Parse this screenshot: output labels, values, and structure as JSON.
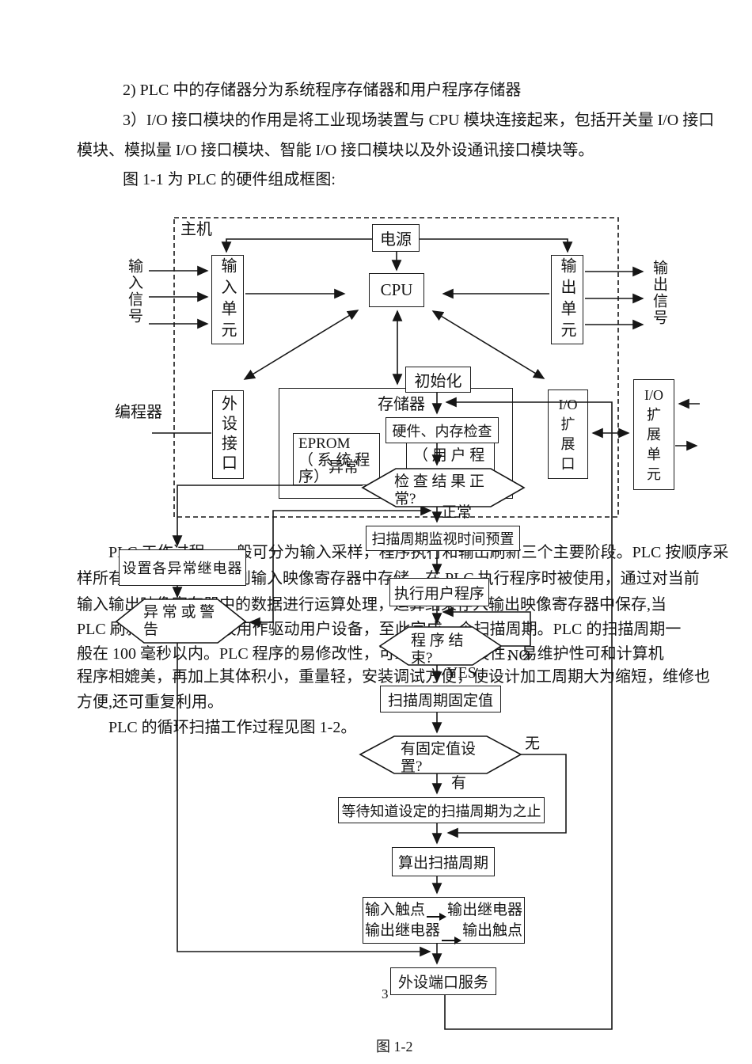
{
  "page": {
    "number": "3",
    "fig2_caption": "图 1-2"
  },
  "intro": {
    "line1": "2) PLC 中的存储器分为系统程序存储器和用户程序存储器",
    "line2": "3）I/O 接口模块的作用是将工业现场装置与 CPU 模块连接起来，包括开关量 I/O 接口",
    "line3": "模块、模拟量 I/O 接口模块、智能 I/O 接口模块以及外设通讯接口模块等。",
    "line4": "图 1-1 为 PLC 的硬件组成框图:"
  },
  "body": {
    "line1": "PLC 工作过程，一般可分为输入采样，程序执行和输出刷新三个主要阶段。PLC 按顺序采",
    "line2": "样所有输入信号并读入到输入映像寄存器中存储，在 PLC 执行程序时被使用，通过对当前",
    "line3": "输入输出映像寄存器中的数据进行运算处理，运算结果存入输出映像寄存器中保存,当",
    "line4": "PLC 刷新输出信号时被用作驱动用户设备，至此完成一个扫描周期。PLC 的扫描周期一",
    "line5": "般在 100 毫秒以内。PLC 程序的易修改性，可靠性，可扩展性，易维护性可和计算机",
    "line6": "程序相媲美，再加上其体积小，重量轻，安装调试方便，使设计加工周期大为缩短，维修也",
    "line7": "方便,还可重复利用。",
    "line8": "PLC 的循环扫描工作过程见图 1-2。"
  },
  "fig1": {
    "host_label": "主机",
    "power": "电源",
    "cpu": "CPU",
    "input_unit": "输入单元",
    "output_unit": "输出单元",
    "input_signal": "输入信号",
    "output_signal": "输出信号",
    "peripheral_interface": "外设接口",
    "programmer": "编程器",
    "memory_label": "存储器",
    "eprom": "EPROM\n（ 系 统 程\n序）",
    "ram": "RAM\n（ 用 户 程",
    "io_expansion_port": "I/O\n扩\n展\n口",
    "io_expansion_unit": "I/O\n扩\n展\n单\n元"
  },
  "fig2": {
    "init": "初始化",
    "hw_mem_check": "硬件、内存检查",
    "check_result": "检 查 结 果 正\n常?",
    "abnormal": "异常",
    "normal": "正常",
    "set_error_relays": "设置各异常继电器",
    "alarm": "异 常 或 警\n告",
    "scan_preset": "扫描周期监视时间预置",
    "run_user_program": "执行用户程序",
    "program_end": "程 序 结\n束?",
    "no": "NO",
    "yes": "YES",
    "scan_fixed": "扫描周期固定值",
    "has_fixed": "有固定值设\n置?",
    "wu": "无",
    "you": "有",
    "wait_fixed": "等待知道设定的扫描周期为之止",
    "calc_scan": "算出扫描周期",
    "io_row1_left": "输入触点",
    "io_row1_right": "输出继电器",
    "io_row2_left": "输出继电器",
    "io_row2_right": "输出触点",
    "peripheral_service": "外设端口服务"
  }
}
